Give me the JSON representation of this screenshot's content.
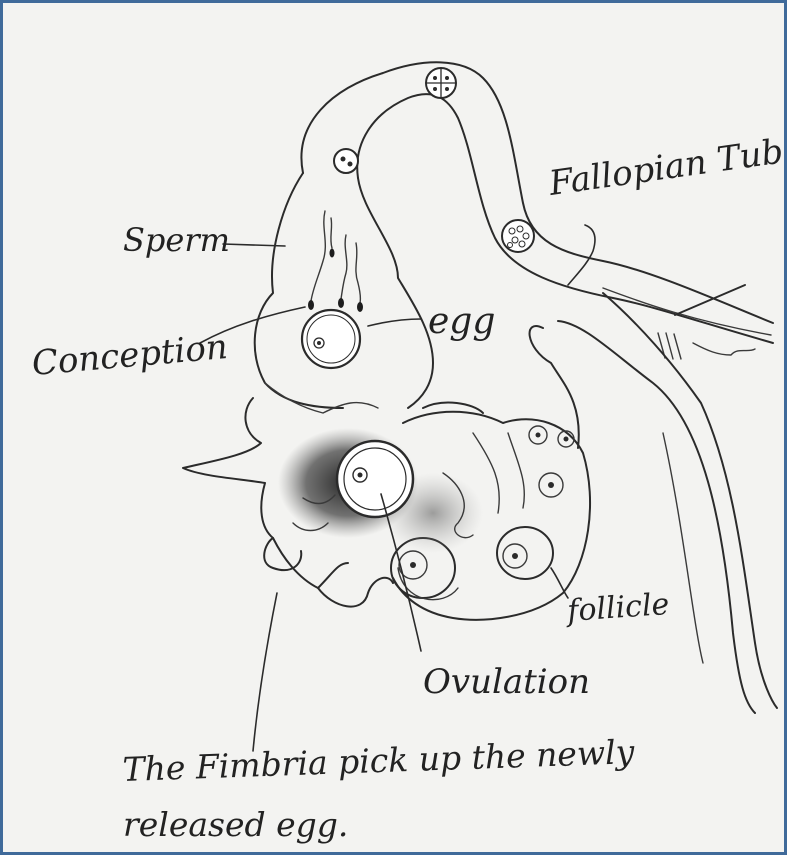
{
  "diagram": {
    "labels": {
      "fallopian_tube": "Fallopian Tube",
      "sperm": "Sperm",
      "egg": "egg",
      "conception": "Conception",
      "follicle": "follicle",
      "ovulation": "Ovulation",
      "caption_line1": "The Fimbria pick up the newly",
      "caption_line2": "released egg."
    },
    "colors": {
      "border": "#3f6a9a",
      "paper": "#f3f3f1",
      "ink": "#2b2b2b"
    }
  }
}
